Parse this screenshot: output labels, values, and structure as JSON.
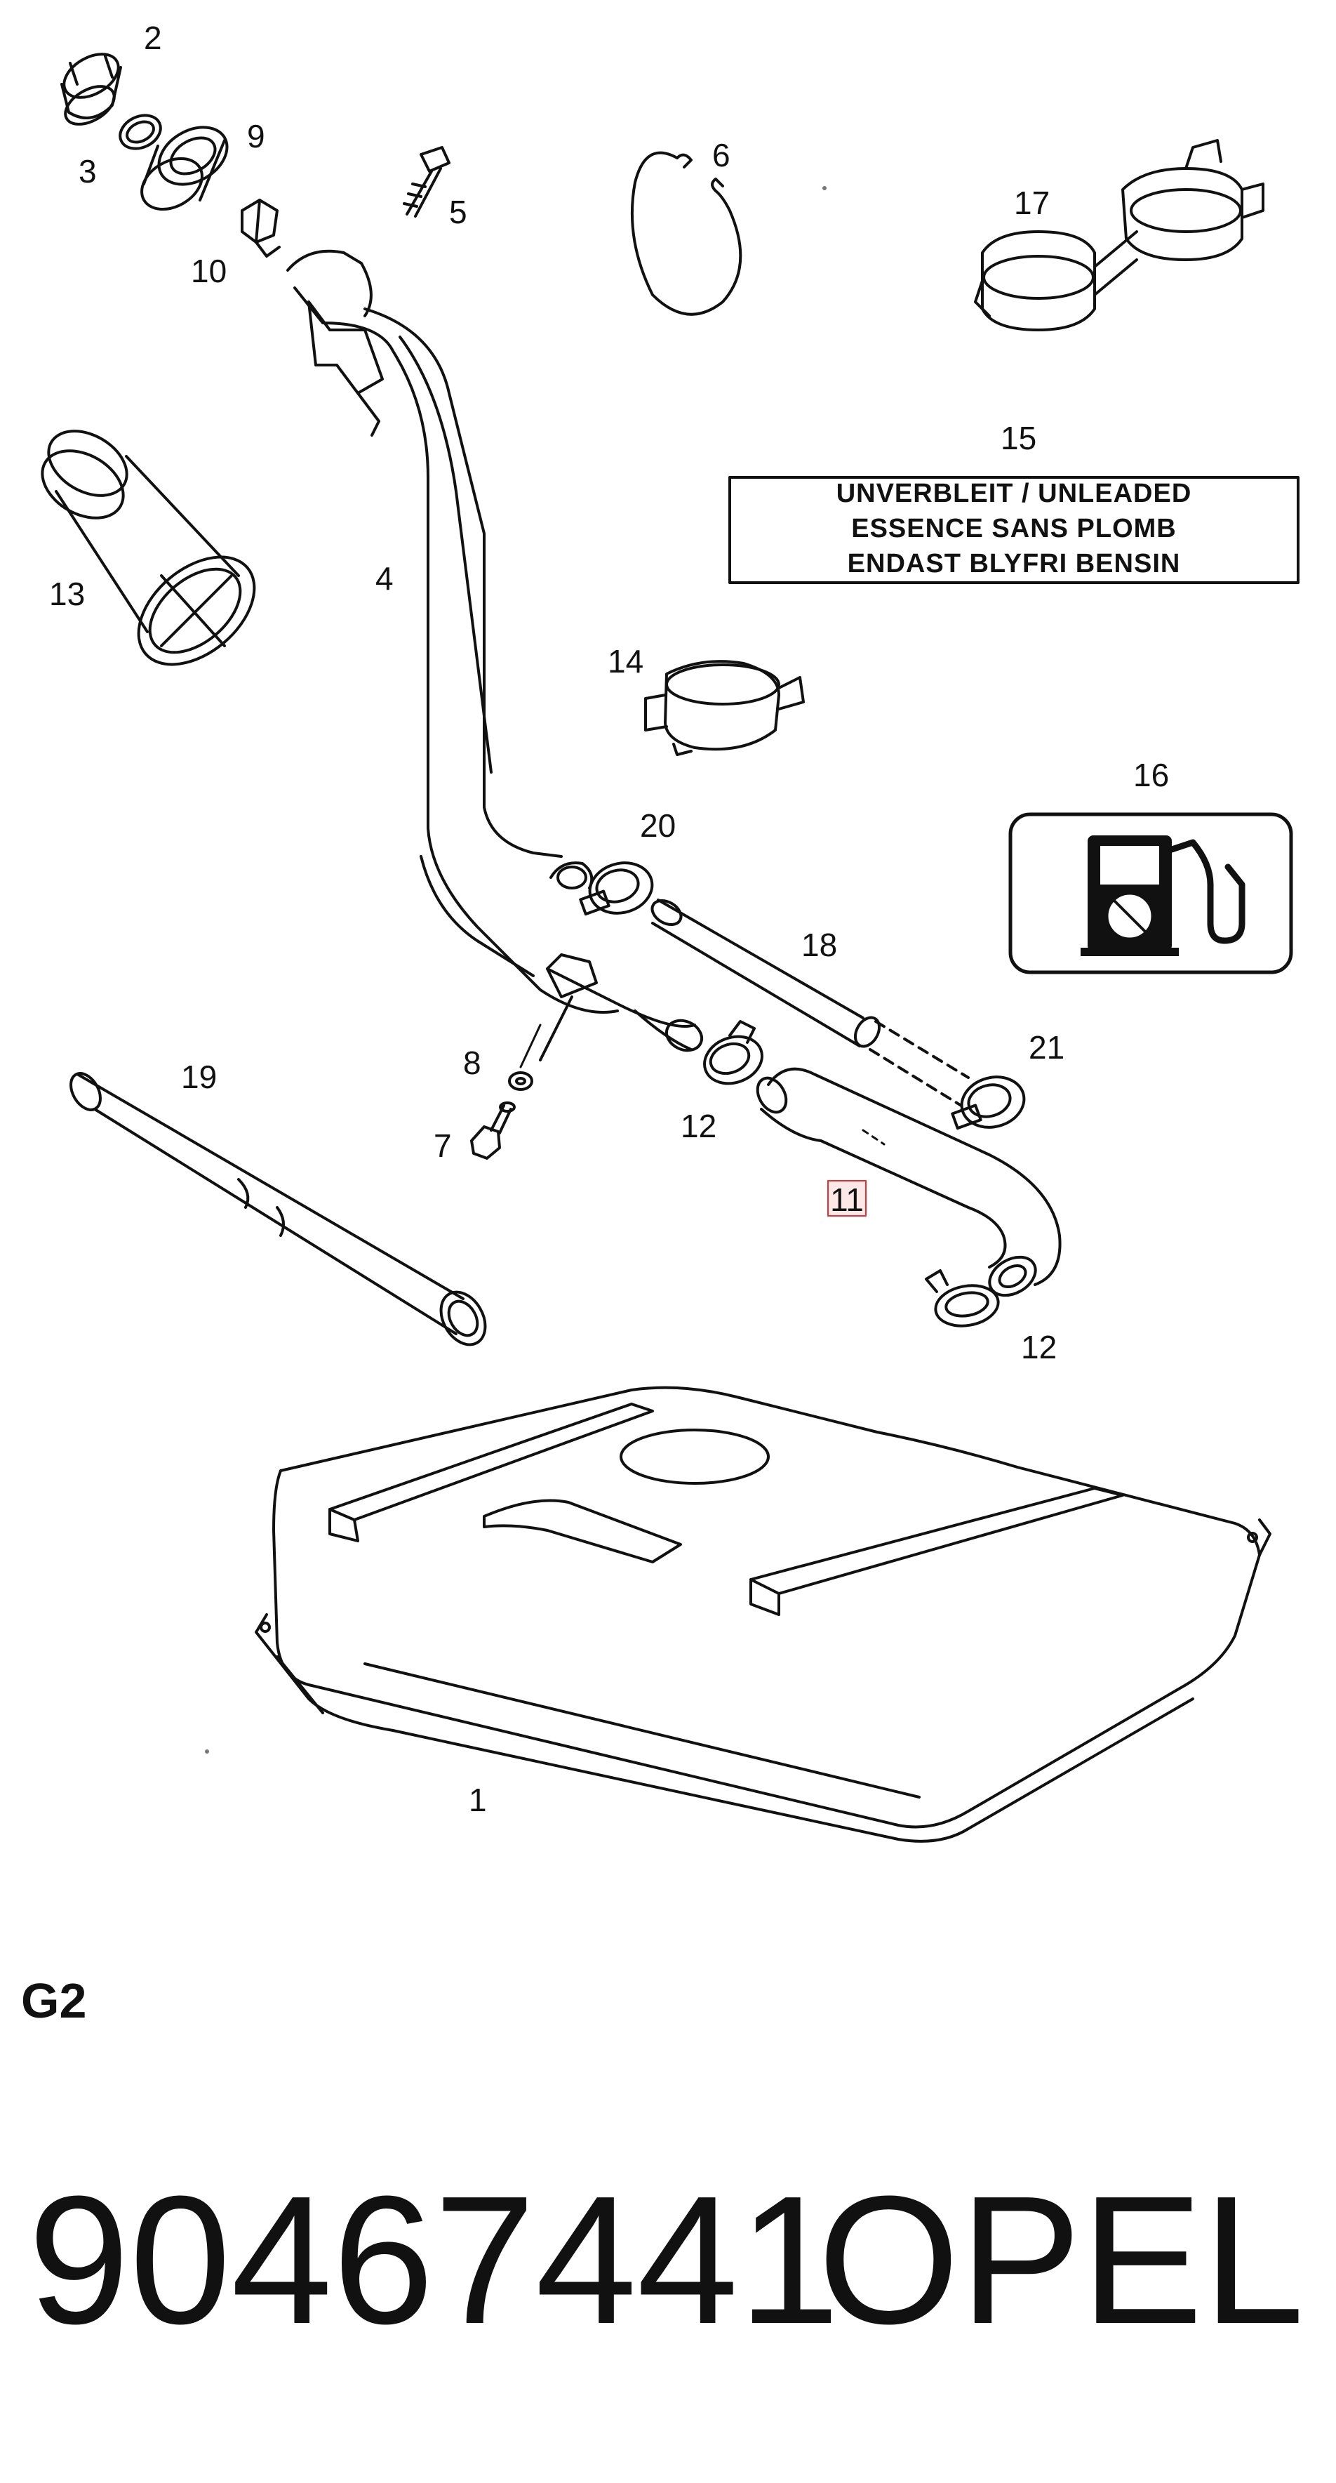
{
  "callouts": {
    "c1": "1",
    "c2": "2",
    "c3": "3",
    "c4": "4",
    "c5": "5",
    "c6": "6",
    "c7": "7",
    "c8": "8",
    "c9": "9",
    "c10": "10",
    "c11": "11",
    "c12a": "12",
    "c12b": "12",
    "c13": "13",
    "c14": "14",
    "c15": "15",
    "c16": "16",
    "c17": "17",
    "c18": "18",
    "c19": "19",
    "c20": "20",
    "c21": "21"
  },
  "fuel_label": {
    "line1": "UNVERBLEIT / UNLEADED",
    "line2": "ESSENCE SANS PLOMB",
    "line3": "ENDAST BLYFRI BENSIN"
  },
  "section_code": "G2",
  "part_number": "90467441",
  "brand": "OPEL",
  "colors": {
    "ink": "#111111",
    "highlight": "#e03030",
    "highlight_fill": "#fde8e8"
  }
}
